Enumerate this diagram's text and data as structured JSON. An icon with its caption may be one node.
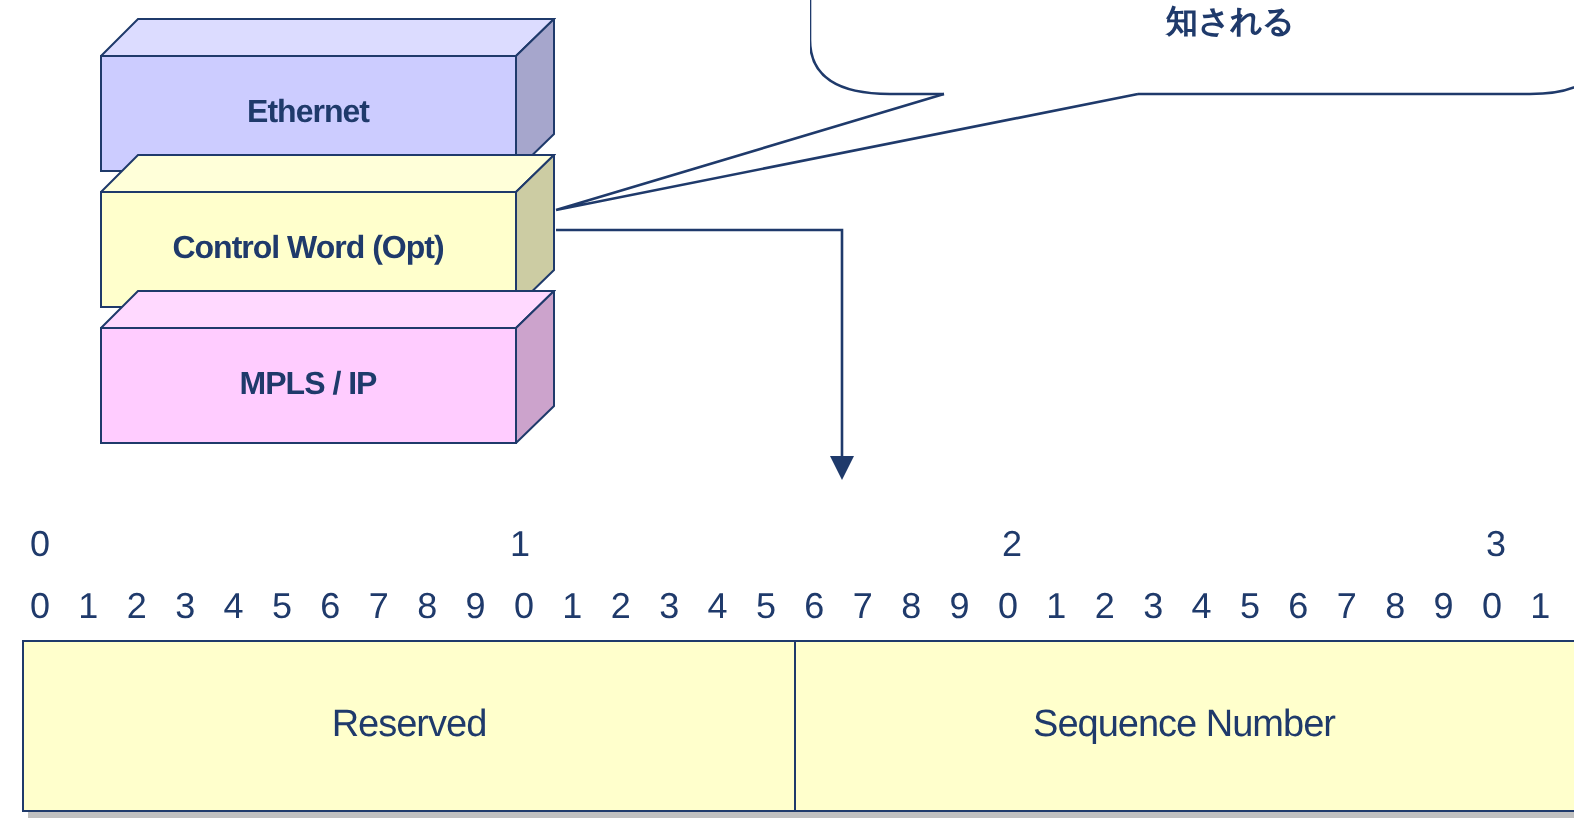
{
  "diagram": {
    "nodes": [
      {
        "text": [
          "知される"
        ]
      },
      {
        "text": [
          "Ethernet"
        ]
      },
      {
        "text": [
          "Control Word (Opt)"
        ]
      },
      {
        "text": [
          "MPLS / IP"
        ]
      },
      {
        "text": [],
        "shape": "box"
      },
      {
        "text": [
          "Reserved"
        ],
        "in": 4
      },
      {
        "text": [
          "Sequence Number"
        ],
        "in": 4
      }
    ],
    "edges": [
      {
        "from": 0,
        "to": 2,
        "arrow": "none"
      },
      {
        "from": 2,
        "to": null,
        "arrow": "to"
      }
    ],
    "labels": [
      "0",
      "1",
      "2",
      "3",
      "0",
      "1",
      "2",
      "3",
      "4",
      "5",
      "6",
      "7",
      "8",
      "9",
      "0",
      "1",
      "2",
      "3",
      "4",
      "5",
      "6",
      "7",
      "8",
      "9",
      "0",
      "1",
      "2",
      "3",
      "4",
      "5",
      "6",
      "7",
      "8",
      "9",
      "0",
      "1"
    ]
  }
}
